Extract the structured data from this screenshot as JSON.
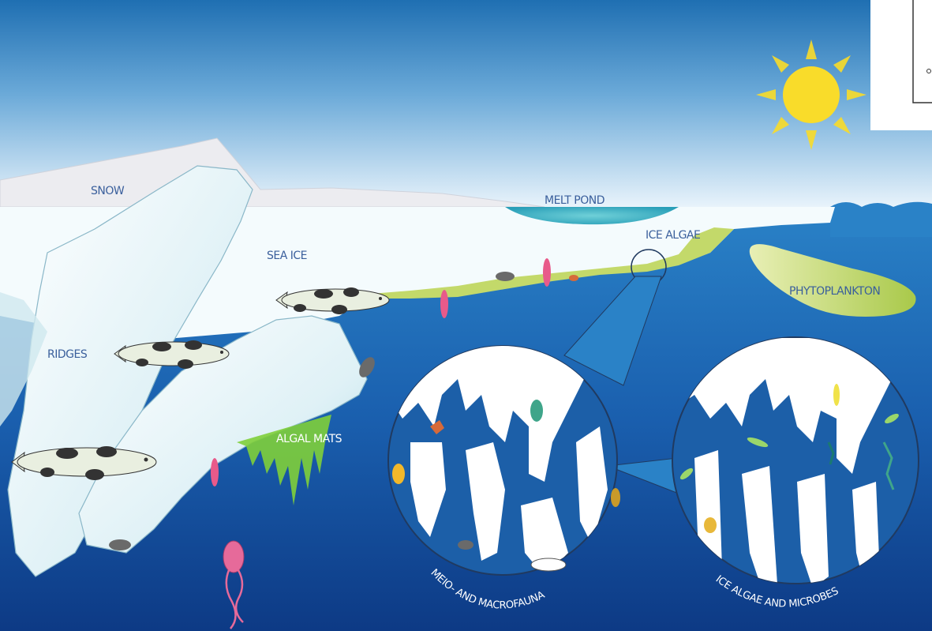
{
  "labels": {
    "snow": "SNOW",
    "melt_pond": "MELT POND",
    "ice_algae": "ICE ALGAE",
    "sea_ice": "SEA ICE",
    "phytoplankton": "PHYTOPLANKTON",
    "ridges": "RIDGES",
    "algal_mats": "ALGAL MATS",
    "meio_macrofauna": "MEIO- AND MACROFAUNA",
    "ice_algae_microbes": "ICE ALGAE AND MICROBES"
  },
  "icons": [
    "sun-icon",
    "fish-icon",
    "amphipod-icon",
    "ctenophore-icon",
    "copepod-icon"
  ],
  "colors": {
    "sky_top": "#1f6fb2",
    "sky_bottom": "#e8f3fb",
    "ocean_top": "#2a82c7",
    "ocean_bottom": "#0d3a85",
    "ice": "#f4fbfd",
    "algae": "#c3d96a",
    "sun": "#f9dc2a",
    "label": "#3a5f9c"
  }
}
